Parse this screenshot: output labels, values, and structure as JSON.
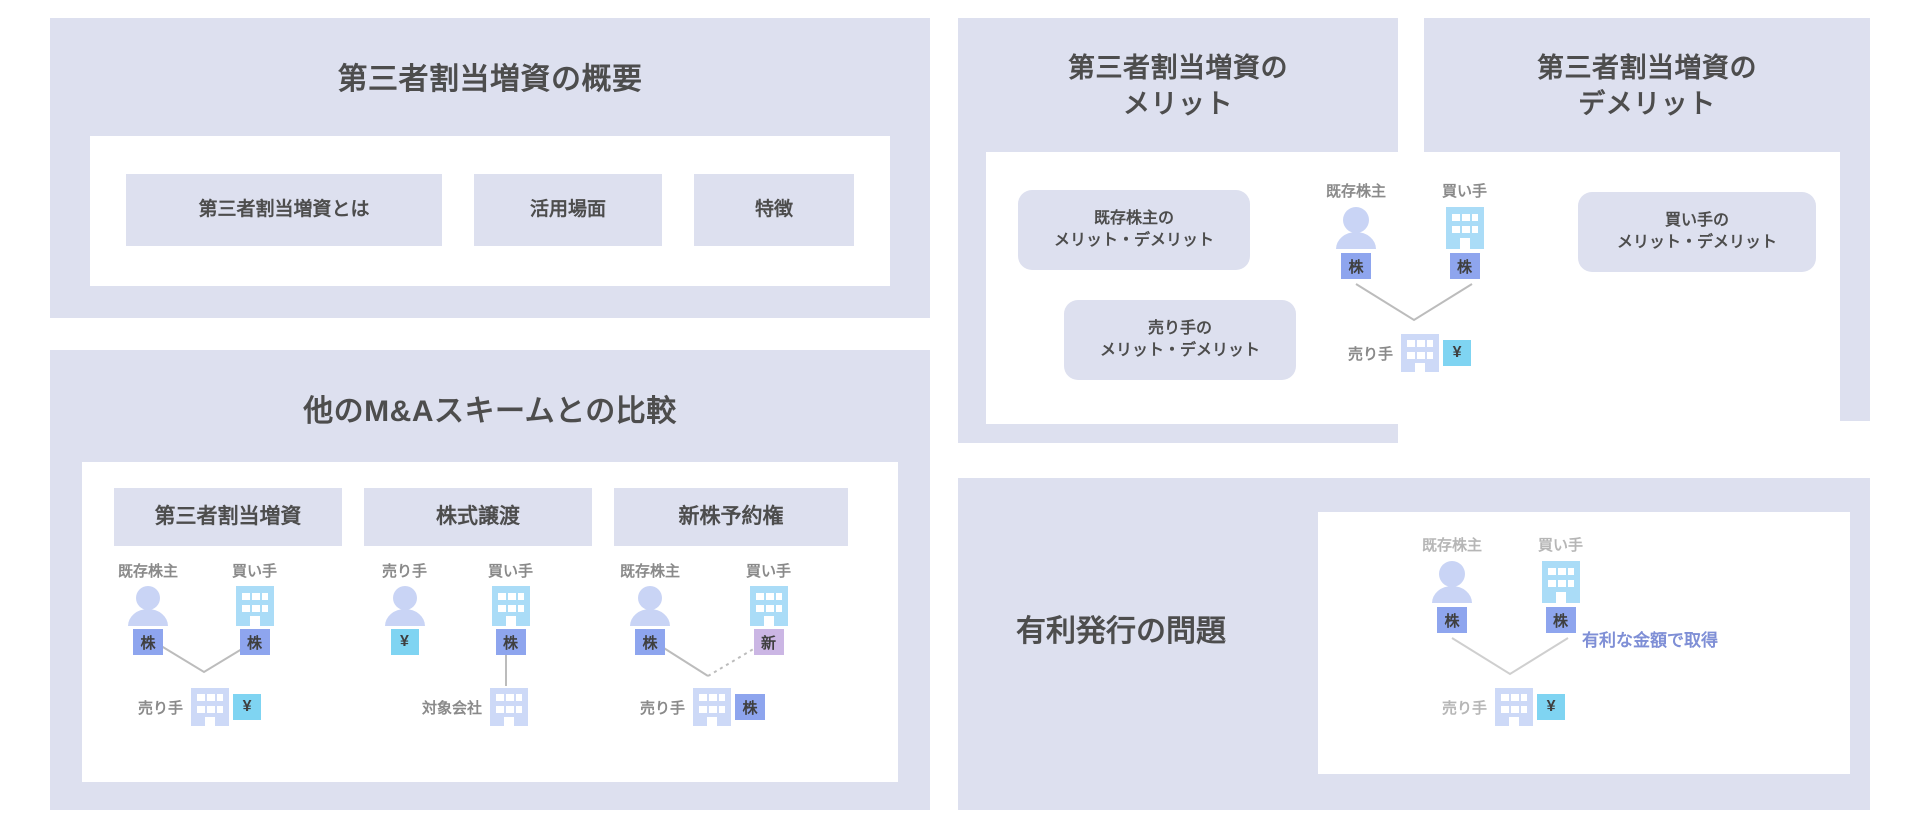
{
  "colors": {
    "panel_bg": "#dde0ef",
    "content_bg": "#ffffff",
    "title_text": "#4d4d4d",
    "label_text": "#8a8a8a",
    "person_fill": "#c9d4f5",
    "building_buyer": "#aadcf7",
    "building_pale": "#cdd9f7",
    "token_share": "#8ea5ee",
    "token_new": "#cbb6e4",
    "token_yen": "#7fd4f2",
    "annotation": "#7f8fd6"
  },
  "panels": {
    "overview": {
      "title": "第三者割当増資の概要",
      "items": [
        {
          "label": "第三者割当増資とは"
        },
        {
          "label": "活用場面"
        },
        {
          "label": "特徴"
        }
      ]
    },
    "comparison": {
      "title": "他のM&Aスキームとの比較",
      "schemes": [
        {
          "name": "第三者割当増資",
          "nodes": [
            {
              "label": "既存株主",
              "icon": "person-icon",
              "token": "株"
            },
            {
              "label": "買い手",
              "icon": "building-icon",
              "token": "株"
            },
            {
              "label": "売り手",
              "icon": "building-icon",
              "token": "¥"
            }
          ]
        },
        {
          "name": "株式譲渡",
          "nodes": [
            {
              "label": "売り手",
              "icon": "person-icon",
              "token": "¥"
            },
            {
              "label": "買い手",
              "icon": "building-icon",
              "token": "株"
            },
            {
              "label": "対象会社",
              "icon": "building-icon",
              "token": ""
            }
          ]
        },
        {
          "name": "新株予約権",
          "nodes": [
            {
              "label": "既存株主",
              "icon": "person-icon",
              "token": "株"
            },
            {
              "label": "買い手",
              "icon": "building-icon",
              "token": "新"
            },
            {
              "label": "売り手",
              "icon": "building-icon",
              "token": "株"
            }
          ]
        }
      ]
    },
    "merit": {
      "title": "第三者割当増資の\nメリット",
      "title_line1": "第三者割当増資の",
      "title_line2": "メリット",
      "chips": [
        {
          "label_line1": "既存株主の",
          "label_line2": "メリット・デメリット"
        },
        {
          "label_line1": "売り手の",
          "label_line2": "メリット・デメリット"
        }
      ]
    },
    "demerit": {
      "title_line1": "第三者割当増資の",
      "title_line2": "デメリット",
      "chips": [
        {
          "label_line1": "買い手の",
          "label_line2": "メリット・デメリット"
        }
      ]
    },
    "shared_diagram": {
      "nodes": [
        {
          "label": "既存株主",
          "icon": "person-icon",
          "token": "株"
        },
        {
          "label": "買い手",
          "icon": "building-icon",
          "token": "株"
        },
        {
          "label": "売り手",
          "icon": "building-icon",
          "token": "¥"
        }
      ]
    },
    "favorable_issue": {
      "title": "有利発行の問題",
      "annotation": "有利な金額で取得",
      "nodes": [
        {
          "label": "既存株主",
          "icon": "person-icon",
          "token": "株"
        },
        {
          "label": "買い手",
          "icon": "building-icon",
          "token": "株"
        },
        {
          "label": "売り手",
          "icon": "building-icon",
          "token": "¥"
        }
      ]
    }
  }
}
